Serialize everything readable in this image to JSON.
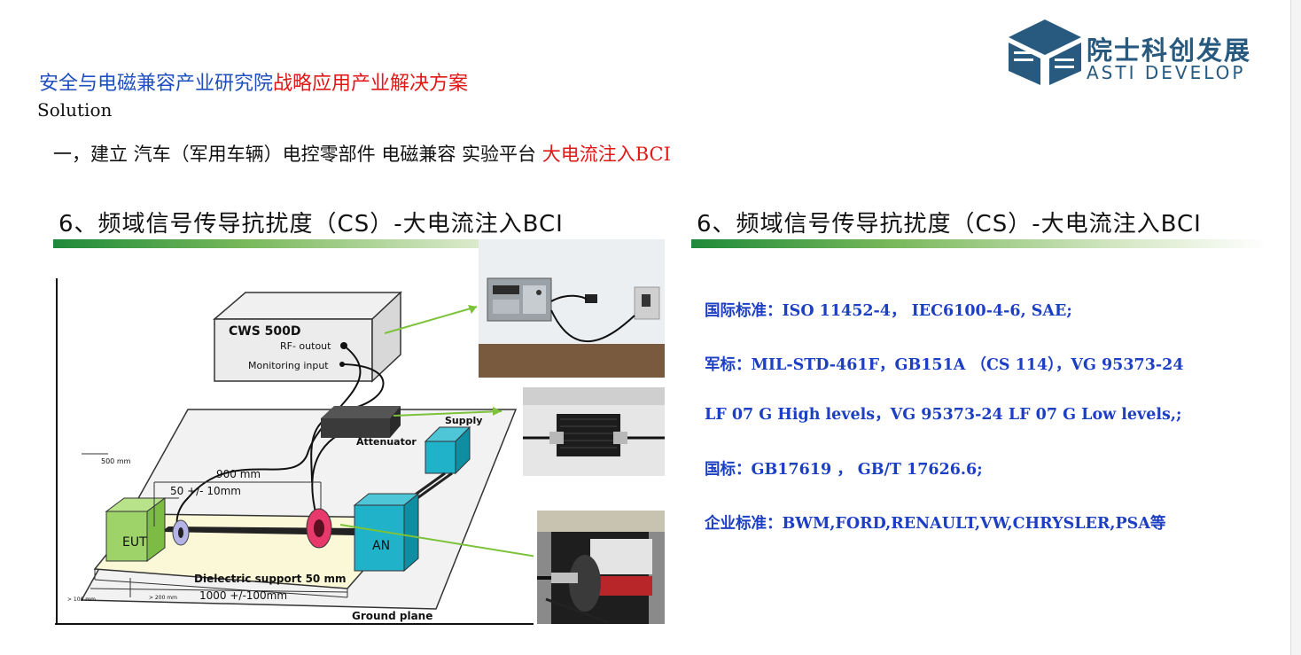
{
  "logo": {
    "name_cn": "院士科创发展",
    "name_en": "ASTI  DEVELOP"
  },
  "header": {
    "org_blue": "安全与电磁兼容产业研究院",
    "org_red": "战略应用产业解决方案",
    "solution": "Solution"
  },
  "section": {
    "title_black": "一，建立 汽车（军用车辆）电控零部件 电磁兼容 实验平台 ",
    "title_red": "大电流注入BCI"
  },
  "left_panel": {
    "title": "6、频域信号传导抗扰度（CS）-大电流注入BCI"
  },
  "right_panel": {
    "title": "6、频域信号传导抗扰度（CS）-大电流注入BCI"
  },
  "standards": [
    "国际标准：ISO 11452-4， IEC6100-4-6, SAE;",
    "军标：MIL-STD-461F，GB151A （CS 114），VG 95373-24",
    "LF 07 G High levels，VG 95373-24 LF 07 G Low levels,;",
    "国标：GB17619 ， GB/T 17626.6;",
    "企业标准：BWM,FORD,RENAULT,VW,CHRYSLER,PSA等"
  ],
  "diagram": {
    "device_name": "CWS 500D",
    "rf_output": "RF- outout",
    "monitoring_input": "Monitoring input",
    "attenuator": "Attenuator",
    "supply": "Supply",
    "dim_900": "900 mm",
    "dim_50": "50 +/- 10mm",
    "dim_500": "500 mm",
    "eut": "EUT",
    "an": "AN",
    "dielectric": "Dielectric support   50 mm",
    "dim_1000": "1000 +/-100mm",
    "dim_100": "> 100 mm",
    "dim_200": "> 200 mm",
    "ground_plane": "Ground plane"
  },
  "colors": {
    "blue": "#1f4fbf",
    "red": "#e01818",
    "standard_blue": "#1d3fc4",
    "logo": "#28597f",
    "bar_green": "#1e8a3a"
  }
}
